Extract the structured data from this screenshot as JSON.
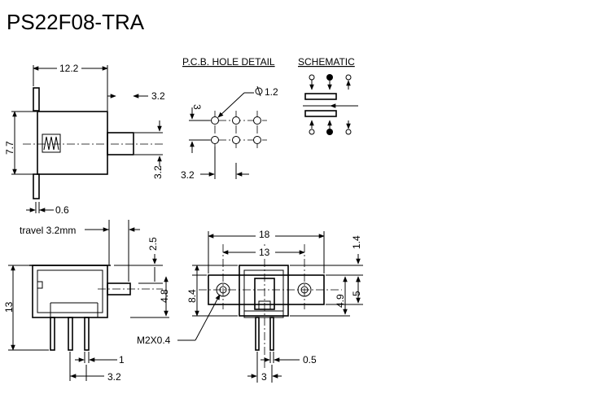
{
  "title": "PS22F08-TRA",
  "headers": {
    "pcb": "P.C.B. HOLE DETAIL",
    "schematic": "SCHEMATIC"
  },
  "dims": {
    "top_width": "12.2",
    "top_plunger_offset": "3.2",
    "top_height": "7.7",
    "top_pin_pitch": "3.2",
    "top_pin_width": "0.6",
    "pcb_row_pitch": "3",
    "pcb_hole_dia": "1.2",
    "pcb_col_pitch": "3.2",
    "travel": "travel 3.2mm",
    "side_top_offset": "2.5",
    "side_height": "13",
    "side_plunger_height": "4.8",
    "side_pin_gap": "1",
    "side_pin_pitch": "3.2",
    "front_width": "18",
    "front_hole_pitch": "13",
    "front_top_offset": "1.4",
    "front_flange_height": "8.4",
    "front_center_height": "4.9",
    "front_body_height": "5",
    "front_screw": "M2X0.4",
    "front_pin_width": "0.5",
    "front_pin_pitch": "3"
  }
}
